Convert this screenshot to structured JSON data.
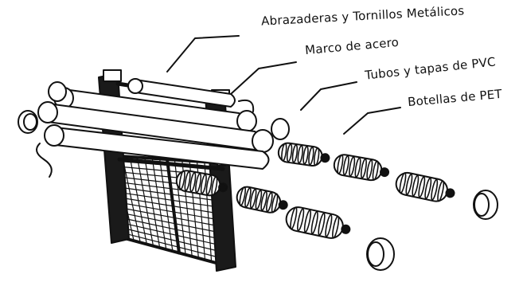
{
  "labels": {
    "clamps": "Abrazaderas y Tornillos Metálicos",
    "frame": "Marco de acero",
    "pipes": "Tubos y tapas de PVC",
    "bottles": "Botellas de PET"
  },
  "colors": {
    "ink": "#111111",
    "background": "#ffffff",
    "metal_dark": "#1a1a1a"
  }
}
